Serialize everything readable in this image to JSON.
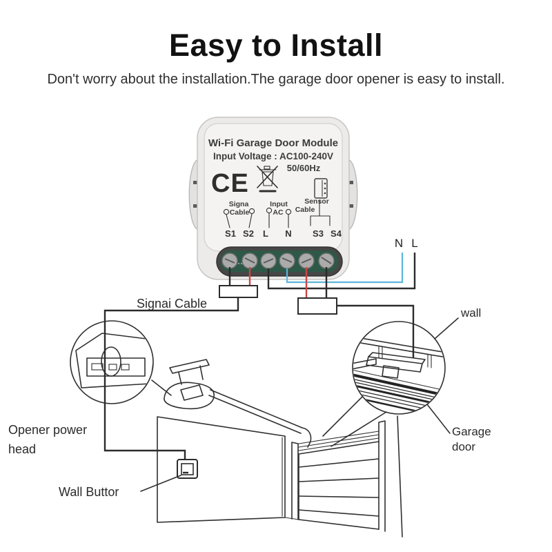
{
  "header": {
    "title": "Easy to Install",
    "subtitle": "Don't worry about the installation.The garage door opener is easy to install."
  },
  "module": {
    "name": "Wi-Fi Garage Door Module",
    "voltage": "Input Voltage : AC100-240V",
    "frequency": "50/60Hz",
    "ce_mark": "CE",
    "signal_group": {
      "line1": "Signa",
      "line2": "Cable"
    },
    "input_group": {
      "line1": "Input",
      "line2": "AC"
    },
    "sensor_group": {
      "line1": "Sensor",
      "line2": "Cable"
    },
    "terminals": [
      "S1",
      "S2",
      "L",
      "N",
      "S3",
      "S4"
    ]
  },
  "wiring": {
    "neutral": "N",
    "live": "L",
    "signal_cable": "Signai Cable",
    "colors": {
      "black": "#2b2b2b",
      "red": "#cf4545",
      "blue": "#5ab5da",
      "pcb_green": "#2e5847"
    }
  },
  "labels": {
    "wall": "wall",
    "garage_door": {
      "line1": "Garage",
      "line2": "door"
    },
    "opener": {
      "line1": "Opener power",
      "line2": "head"
    },
    "wall_button": "Wall Buttor"
  }
}
